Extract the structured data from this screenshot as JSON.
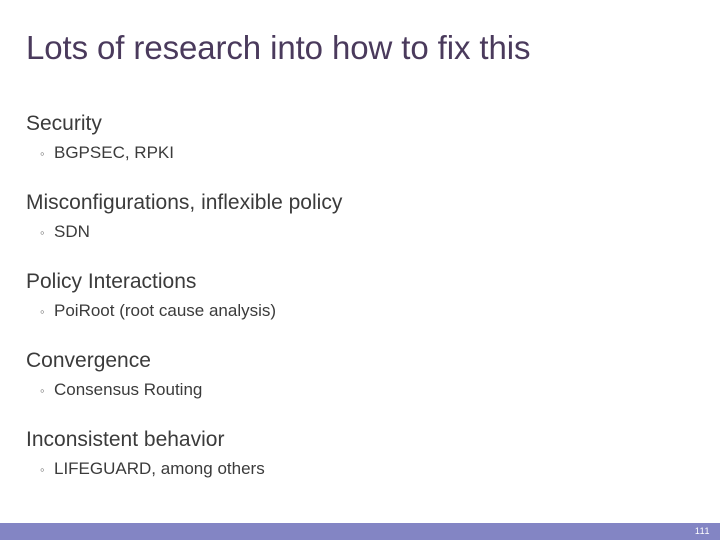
{
  "slide": {
    "title": "Lots of research into how to fix this",
    "title_color": "#4a3a5c",
    "background_color": "#ffffff",
    "body_text_color": "#3b3b3b",
    "groups": [
      {
        "heading": "Security",
        "bullet_marker": "◦",
        "bullet": "BGPSEC, RPKI"
      },
      {
        "heading": "Misconfigurations, inflexible policy",
        "bullet_marker": "◦",
        "bullet": "SDN"
      },
      {
        "heading": "Policy Interactions",
        "bullet_marker": "◦",
        "bullet": "PoiRoot (root cause analysis)"
      },
      {
        "heading": "Convergence",
        "bullet_marker": "◦",
        "bullet": "Consensus Routing"
      },
      {
        "heading": "Inconsistent behavior",
        "bullet_marker": "◦",
        "bullet": "LIFEGUARD, among others"
      }
    ],
    "footer": {
      "bar_color": "#8385c4",
      "page_number": "111"
    }
  }
}
